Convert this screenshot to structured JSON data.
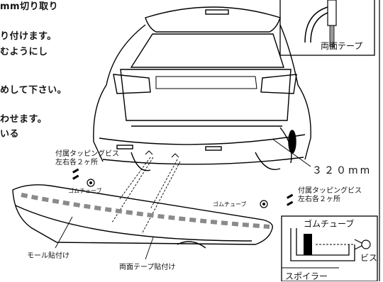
{
  "instructions": {
    "line1": "mm切り取り",
    "line2": "り付けます。",
    "line3": "むようにし",
    "line4": "めして下さい。",
    "line5": "わせます。",
    "line6": "いる"
  },
  "labels": {
    "screw_left": [
      "付属タッピングビス",
      "左右各２ヶ所"
    ],
    "screw_right": [
      "付属タッピングビス",
      "左右各２ヶ所"
    ],
    "rubber_tube_left": "ゴムチューブ",
    "rubber_tube_right": "ゴムチューブ",
    "molding": "モール貼付け",
    "double_tape_attach": "両面テープ貼付け",
    "dimension": "３２０mm"
  },
  "inset_top": {
    "tape_label": "両面テープ"
  },
  "inset_bottom": {
    "title": "ゴムチューブ",
    "screw_label": "ビス",
    "spoiler_label": "スポイラー"
  }
}
